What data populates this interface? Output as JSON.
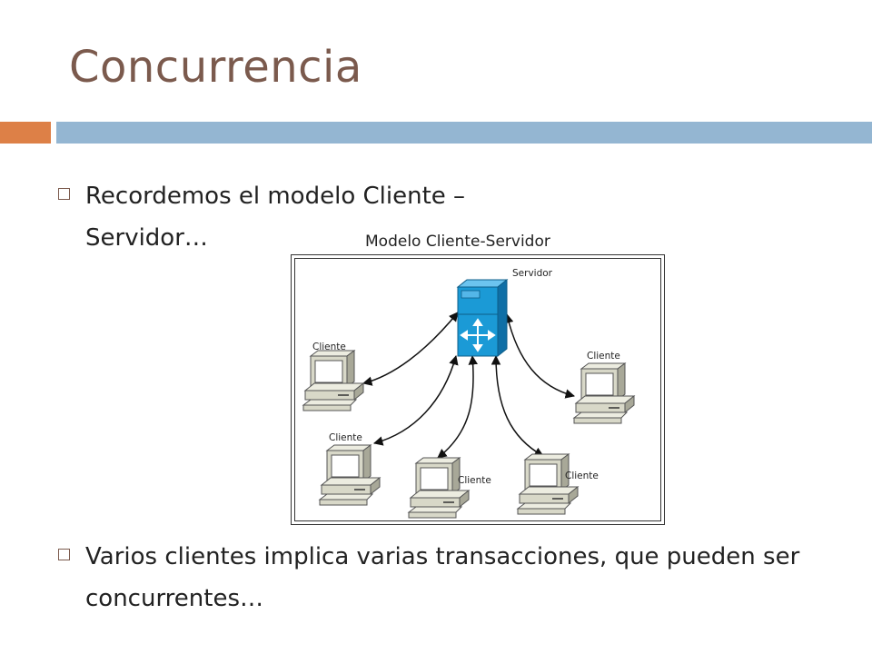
{
  "slide": {
    "title": "Concurrencia",
    "bullets": [
      "Recordemos el modelo Cliente – Servidor…",
      "Varios clientes implica varias transacciones, que pueden ser concurrentes…"
    ]
  },
  "diagram": {
    "title": "Modelo Cliente-Servidor",
    "server_label": "Servidor",
    "client_label": "Cliente",
    "colors": {
      "server": "#1b9ad6",
      "pc_body": "#d8d8c8",
      "accent_orange": "#dd8047",
      "accent_blue": "#94b6d2"
    }
  }
}
